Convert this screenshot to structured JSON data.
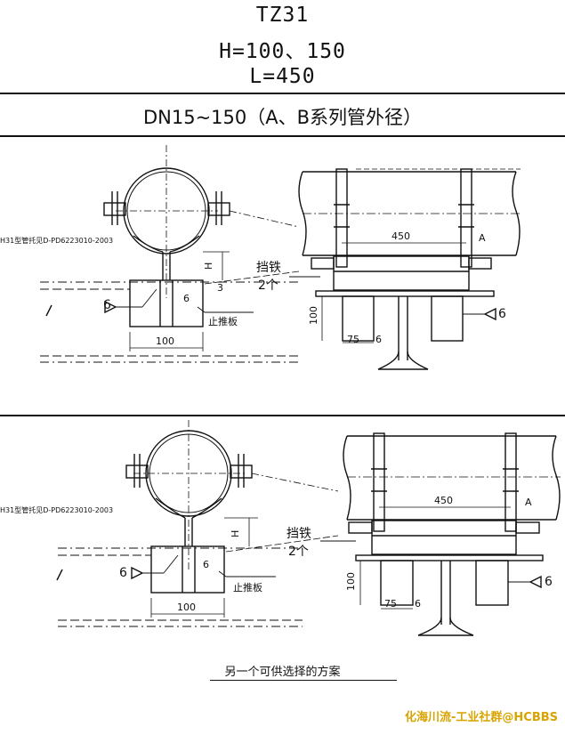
{
  "header": {
    "code": "TZ31",
    "h_line": "H=100、150",
    "l_line": "L=450",
    "subtitle": "DN15~150（A、B系列管外径）"
  },
  "drawing_top": {
    "ref_note": "H31型管托见D-PD6223010-2003",
    "dim_H": "H",
    "dim_3": "3",
    "dim_6_weld": "6",
    "dim_6": "6",
    "stop_label": "止推板",
    "dim_100": "100",
    "block_label": "挡铁",
    "block_count": "2个",
    "dim_450": "450",
    "dim_A": "A",
    "dim_100v": "100",
    "dim_75": "75",
    "dim_6b": "6",
    "weld_6r": "6"
  },
  "drawing_bottom": {
    "ref_note": "H31型管托见D-PD6223010-2003",
    "dim_H": "H",
    "dim_6_weld": "6",
    "dim_6": "6",
    "stop_label": "止推板",
    "dim_100": "100",
    "block_label": "挡铁",
    "block_count": "2个",
    "dim_450": "450",
    "dim_A": "A",
    "dim_100v": "100",
    "dim_75": "75",
    "dim_6b": "6",
    "weld_6r": "6",
    "caption": "另一个可供选择的方案"
  },
  "watermark": "化海川流-工业社群@HCBBS"
}
